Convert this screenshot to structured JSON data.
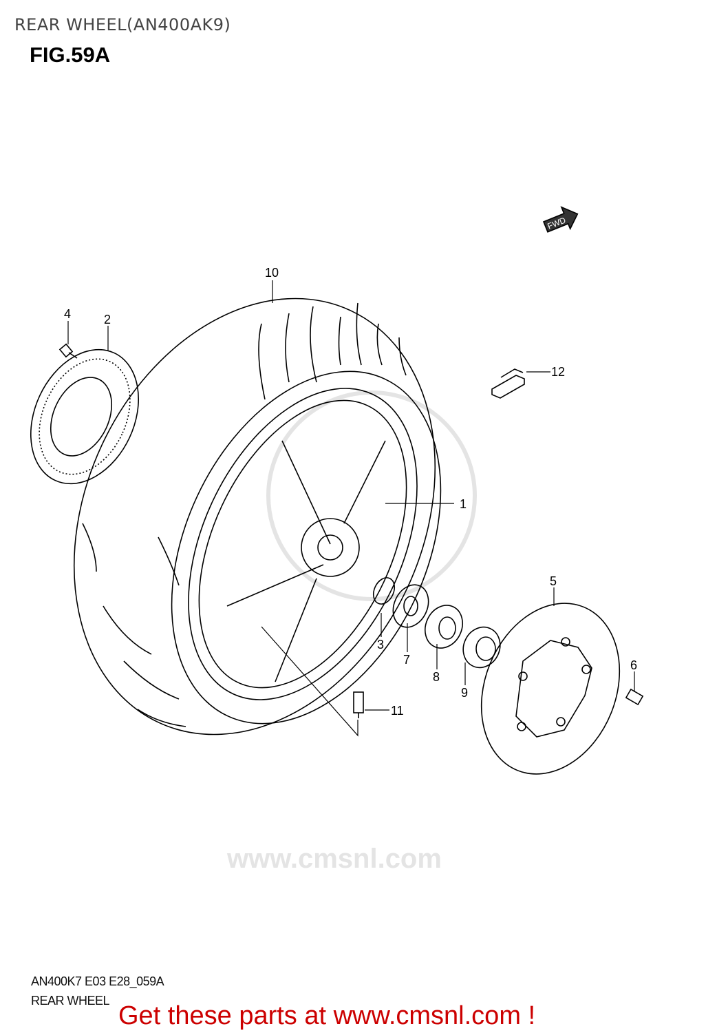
{
  "header": {
    "title": "REAR WHEEL(AN400AK9)",
    "figure": "FIG.59A"
  },
  "diagram": {
    "fwd_label": "FWD",
    "watermark": "www.cmsnl.com",
    "callouts": [
      {
        "id": "1",
        "label": "1"
      },
      {
        "id": "2",
        "label": "2"
      },
      {
        "id": "3",
        "label": "3"
      },
      {
        "id": "4",
        "label": "4"
      },
      {
        "id": "5",
        "label": "5"
      },
      {
        "id": "6",
        "label": "6"
      },
      {
        "id": "7",
        "label": "7"
      },
      {
        "id": "8",
        "label": "8"
      },
      {
        "id": "9",
        "label": "9"
      },
      {
        "id": "10",
        "label": "10"
      },
      {
        "id": "11",
        "label": "11"
      },
      {
        "id": "12",
        "label": "12"
      }
    ]
  },
  "footer": {
    "code": "AN400K7 E03 E28_059A",
    "name": "REAR WHEEL",
    "promo": "Get these parts at www.cmsnl.com !"
  }
}
